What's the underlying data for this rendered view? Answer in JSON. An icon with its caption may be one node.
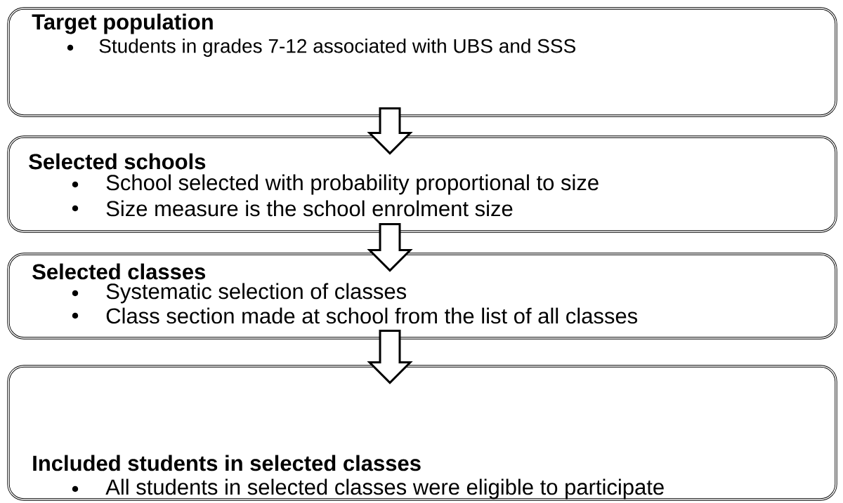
{
  "diagram": {
    "nodes": [
      {
        "text": [
          "Target population",
          "Students in grades 7-12 associated with UBS and SSS"
        ]
      },
      {
        "text": [
          "Selected schools",
          "School selected with probability proportional to size",
          "Size measure is the school enrolment size"
        ]
      },
      {
        "text": [
          "Selected classes",
          "Systematic selection of classes",
          "Class section made at school from the list of all classes"
        ]
      },
      {
        "text": [
          "Included students in selected classes",
          "All students in selected classes were eligible to participate"
        ]
      }
    ],
    "edges": [
      {
        "from": 0,
        "to": 1,
        "arrow": "to"
      },
      {
        "from": 1,
        "to": 2,
        "arrow": "to"
      },
      {
        "from": 2,
        "to": 3,
        "arrow": "to"
      }
    ]
  }
}
